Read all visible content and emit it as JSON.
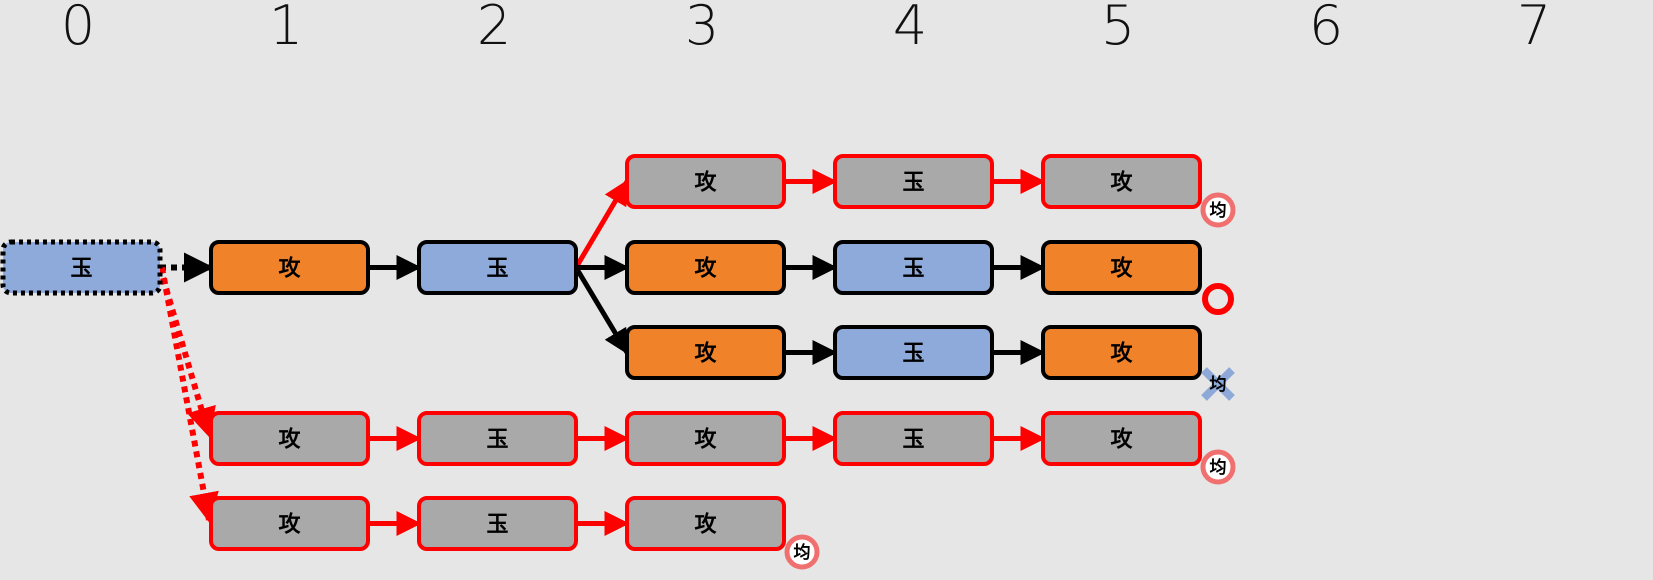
{
  "columns": [
    "0",
    "1",
    "2",
    "3",
    "4",
    "5",
    "6",
    "7"
  ],
  "colors": {
    "background": "#e6e6e6",
    "king_fill": "#8eaadb",
    "attack_fill": "#f0832a",
    "gray_fill": "#a9a9a9",
    "red": "#ff0000",
    "black": "#000000",
    "badge_pink": "#f07070",
    "cross_blue": "#8ea9d8"
  },
  "legend_symbols": {
    "king": "玉",
    "attack": "攻",
    "draw": "均"
  },
  "nodes": [
    {
      "id": "n0",
      "col": 0,
      "row": 1,
      "label": "玉",
      "kind": "king",
      "border": "dotted-black"
    },
    {
      "id": "n1",
      "col": 1,
      "row": 1,
      "label": "攻",
      "kind": "attack",
      "border": "black"
    },
    {
      "id": "n2",
      "col": 2,
      "row": 1,
      "label": "玉",
      "kind": "king",
      "border": "black"
    },
    {
      "id": "n3a",
      "col": 3,
      "row": 0,
      "label": "攻",
      "kind": "gray",
      "border": "red"
    },
    {
      "id": "n4a",
      "col": 4,
      "row": 0,
      "label": "玉",
      "kind": "gray",
      "border": "red"
    },
    {
      "id": "n5a",
      "col": 5,
      "row": 0,
      "label": "攻",
      "kind": "gray",
      "border": "red"
    },
    {
      "id": "n3b",
      "col": 3,
      "row": 1,
      "label": "攻",
      "kind": "attack",
      "border": "black"
    },
    {
      "id": "n4b",
      "col": 4,
      "row": 1,
      "label": "玉",
      "kind": "king",
      "border": "black"
    },
    {
      "id": "n5b",
      "col": 5,
      "row": 1,
      "label": "攻",
      "kind": "attack",
      "border": "black"
    },
    {
      "id": "n3c",
      "col": 3,
      "row": 2,
      "label": "攻",
      "kind": "attack",
      "border": "black"
    },
    {
      "id": "n4c",
      "col": 4,
      "row": 2,
      "label": "玉",
      "kind": "king",
      "border": "black"
    },
    {
      "id": "n5c",
      "col": 5,
      "row": 2,
      "label": "攻",
      "kind": "attack",
      "border": "black"
    },
    {
      "id": "n1d",
      "col": 1,
      "row": 3,
      "label": "攻",
      "kind": "gray",
      "border": "red"
    },
    {
      "id": "n2d",
      "col": 2,
      "row": 3,
      "label": "玉",
      "kind": "gray",
      "border": "red"
    },
    {
      "id": "n3d",
      "col": 3,
      "row": 3,
      "label": "攻",
      "kind": "gray",
      "border": "red"
    },
    {
      "id": "n4d",
      "col": 4,
      "row": 3,
      "label": "玉",
      "kind": "gray",
      "border": "red"
    },
    {
      "id": "n5d",
      "col": 5,
      "row": 3,
      "label": "攻",
      "kind": "gray",
      "border": "red"
    },
    {
      "id": "n1e",
      "col": 1,
      "row": 4,
      "label": "攻",
      "kind": "gray",
      "border": "red"
    },
    {
      "id": "n2e",
      "col": 2,
      "row": 4,
      "label": "玉",
      "kind": "gray",
      "border": "red"
    },
    {
      "id": "n3e",
      "col": 3,
      "row": 4,
      "label": "攻",
      "kind": "gray",
      "border": "red"
    }
  ],
  "edges": [
    {
      "from": "n0",
      "to": "n1",
      "style": "dotted-black"
    },
    {
      "from": "n0",
      "to": "n1d",
      "style": "dotted-red"
    },
    {
      "from": "n0",
      "to": "n1e",
      "style": "dotted-red"
    },
    {
      "from": "n1",
      "to": "n2",
      "style": "black"
    },
    {
      "from": "n2",
      "to": "n3a",
      "style": "red"
    },
    {
      "from": "n2",
      "to": "n3b",
      "style": "black"
    },
    {
      "from": "n2",
      "to": "n3c",
      "style": "black"
    },
    {
      "from": "n3a",
      "to": "n4a",
      "style": "red"
    },
    {
      "from": "n4a",
      "to": "n5a",
      "style": "red"
    },
    {
      "from": "n3b",
      "to": "n4b",
      "style": "black"
    },
    {
      "from": "n4b",
      "to": "n5b",
      "style": "black"
    },
    {
      "from": "n3c",
      "to": "n4c",
      "style": "black"
    },
    {
      "from": "n4c",
      "to": "n5c",
      "style": "black"
    },
    {
      "from": "n1d",
      "to": "n2d",
      "style": "red"
    },
    {
      "from": "n2d",
      "to": "n3d",
      "style": "red"
    },
    {
      "from": "n3d",
      "to": "n4d",
      "style": "red"
    },
    {
      "from": "n4d",
      "to": "n5d",
      "style": "red"
    },
    {
      "from": "n1e",
      "to": "n2e",
      "style": "red"
    },
    {
      "from": "n2e",
      "to": "n3e",
      "style": "red"
    }
  ],
  "results": [
    {
      "node": "n5a",
      "type": "draw",
      "label": "均"
    },
    {
      "node": "n5b",
      "type": "win-circle",
      "label": ""
    },
    {
      "node": "n5c",
      "type": "draw-crossed",
      "label": "均"
    },
    {
      "node": "n5d",
      "type": "draw",
      "label": "均"
    },
    {
      "node": "n3e",
      "type": "draw",
      "label": "均"
    }
  ]
}
